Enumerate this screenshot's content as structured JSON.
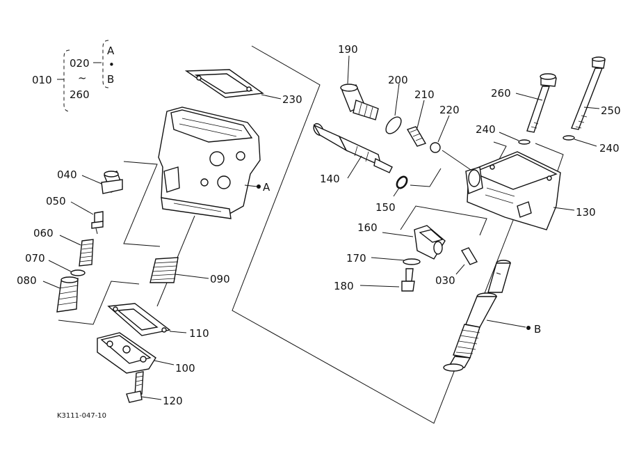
{
  "legend": {
    "start": "010",
    "first": "020",
    "tilde": "~",
    "last": "260",
    "group_a": "A",
    "dot": "•",
    "group_b": "B"
  },
  "parts": {
    "p190": "190",
    "p200": "200",
    "p210": "210",
    "p220": "220",
    "p260": "260",
    "p250": "250",
    "p240a": "240",
    "p240b": "240",
    "p230": "230",
    "p140": "140",
    "p150": "150",
    "p130": "130",
    "p040": "040",
    "p050": "050",
    "p060": "060",
    "p070": "070",
    "p080": "080",
    "p090": "090",
    "p110": "110",
    "p100": "100",
    "p120": "120",
    "p160": "160",
    "p170": "170",
    "p180": "180",
    "p030": "030"
  },
  "markers": {
    "a": "A",
    "b": "B"
  },
  "drawing_code": "K3111-047-10"
}
